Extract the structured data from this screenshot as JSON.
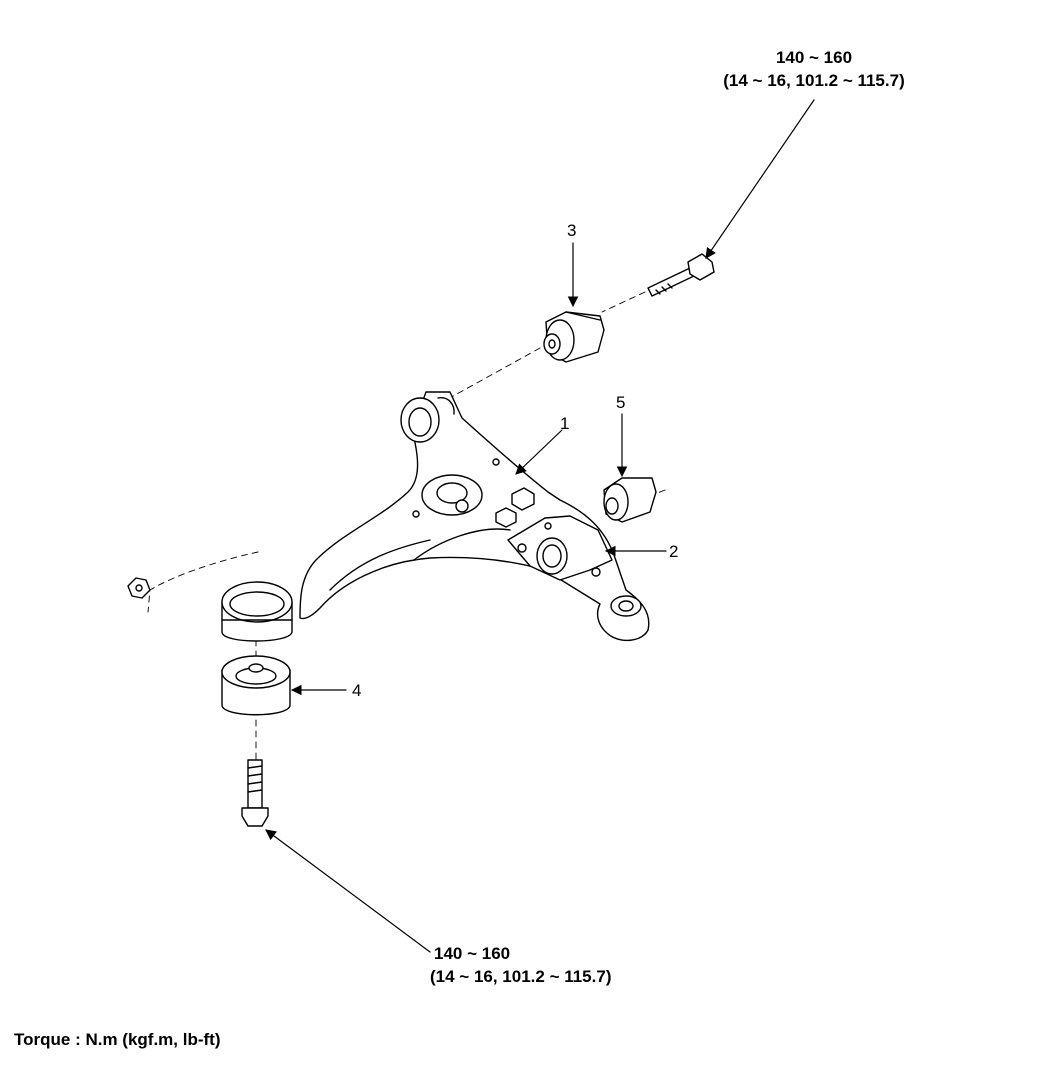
{
  "torque_top": {
    "line1": "140 ~ 160",
    "line2": "(14 ~ 16, 101.2 ~ 115.7)"
  },
  "torque_bottom": {
    "line1": "140 ~ 160",
    "line2": "(14 ~ 16, 101.2 ~ 115.7)"
  },
  "callouts": {
    "c1": "1",
    "c2": "2",
    "c3": "3",
    "c4": "4",
    "c5": "5"
  },
  "footer": {
    "units": "Torque : N.m (kgf.m, lb-ft)"
  }
}
